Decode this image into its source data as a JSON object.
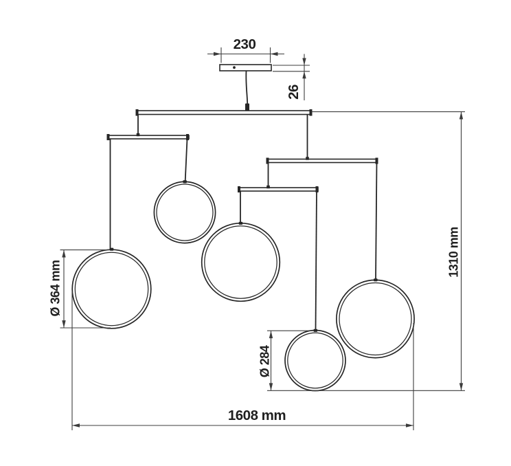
{
  "drawing": {
    "type": "technical-dimension-drawing",
    "subject": "multi-ring pendant luminaire front view",
    "dimensions": {
      "canopy_width": "230",
      "canopy_height": "26",
      "large_ring_diameter": "Ø 364 mm",
      "small_ring_diameter": "Ø 284",
      "overall_width": "1608 mm",
      "overall_height": "1310 mm"
    },
    "colors": {
      "fixture_line": "#262626",
      "dimension_line": "#3c3c3c",
      "text": "#1f1f1f",
      "background": "#ffffff"
    }
  }
}
